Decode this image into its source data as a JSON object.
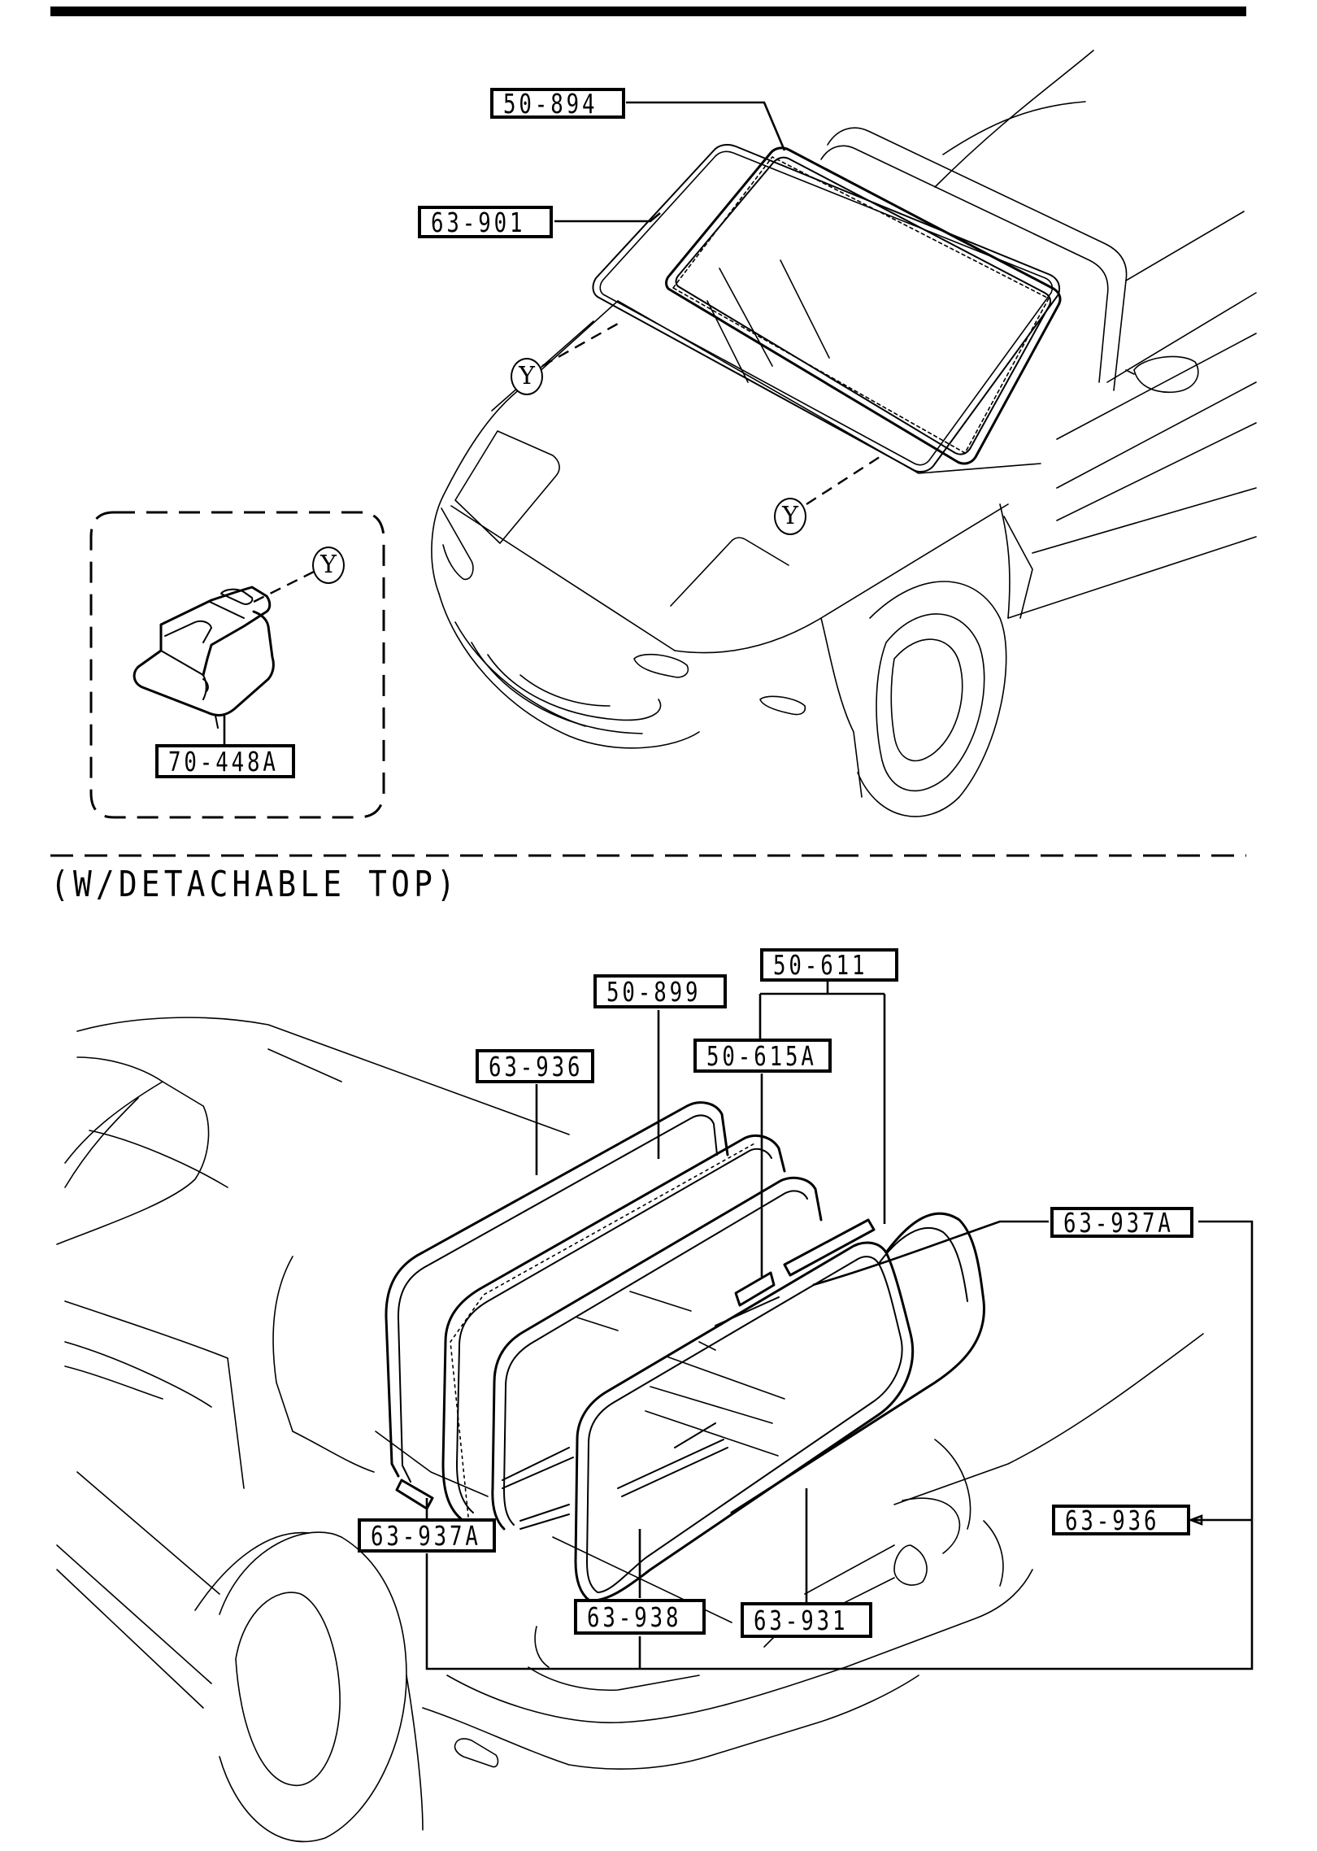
{
  "page": {
    "section_label": "(W/DETACHABLE TOP)"
  },
  "upper_view": {
    "callouts": [
      {
        "id": "c-50-894",
        "part_no": "50-894"
      },
      {
        "id": "c-63-901",
        "part_no": "63-901"
      }
    ],
    "reference_marks": [
      "Y",
      "Y"
    ],
    "inset": {
      "reference_mark": "Y",
      "callout": {
        "part_no": "70-448A"
      }
    }
  },
  "lower_view": {
    "callouts": [
      {
        "part_no": "50-611"
      },
      {
        "part_no": "50-899"
      },
      {
        "part_no": "50-615A"
      },
      {
        "part_no": "63-936"
      },
      {
        "part_no": "63-937A"
      },
      {
        "part_no": "63-936"
      },
      {
        "part_no": "63-937A"
      },
      {
        "part_no": "63-938"
      },
      {
        "part_no": "63-931"
      }
    ]
  }
}
